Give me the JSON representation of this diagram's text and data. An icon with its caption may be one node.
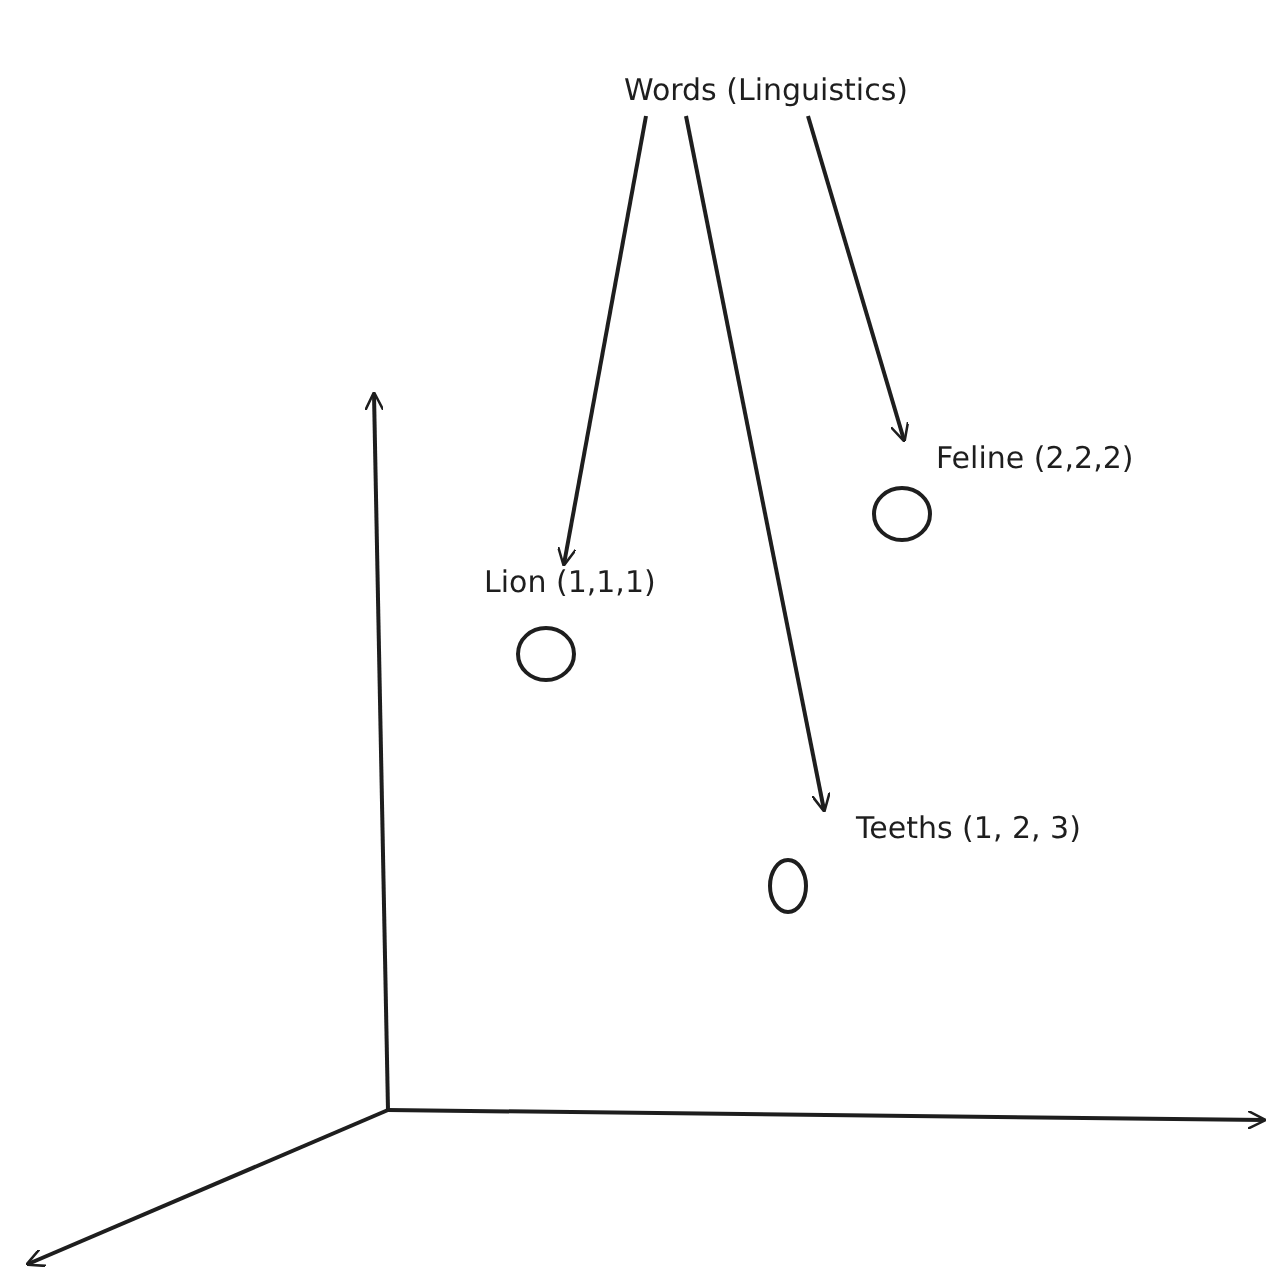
{
  "diagram": {
    "nodes": [
      {
        "text": [
          "Words (Linguistics)"
        ]
      },
      {
        "text": [
          "Feline (2,2,2)"
        ]
      },
      {
        "text": [
          "Lion (1,1,1)"
        ]
      },
      {
        "text": [
          "Teeths (1, 2, 3)"
        ]
      }
    ],
    "edges": [
      {
        "from": 0,
        "to": 2,
        "arrow": "to"
      },
      {
        "from": 0,
        "to": 3,
        "arrow": "to"
      },
      {
        "from": 0,
        "to": 1,
        "arrow": "to"
      }
    ]
  }
}
